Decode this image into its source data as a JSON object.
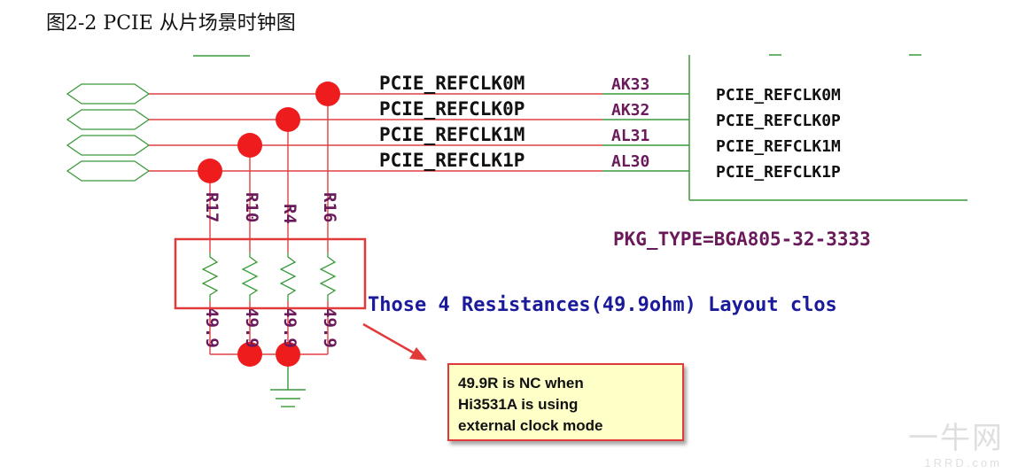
{
  "caption": "图2-2 PCIE 从片场景时钟图",
  "colors": {
    "red_wire": "#e04040",
    "green_wire": "#3a9a3a",
    "net_label": "#111111",
    "pin_label": "#6a1a5a",
    "annotation_blue": "#1a1a9a",
    "highlight_red": "#e23a3a",
    "callout_fill": "#ffffc8"
  },
  "nets": [
    {
      "name": "PCIE_REFCLK0M",
      "pin": "AK33"
    },
    {
      "name": "PCIE_REFCLK0P",
      "pin": "AK32"
    },
    {
      "name": "PCIE_REFCLK1M",
      "pin": "AL31"
    },
    {
      "name": "PCIE_REFCLK1P",
      "pin": "AL30"
    }
  ],
  "chip_pins": [
    "PCIE_REFCLK0M",
    "PCIE_REFCLK0P",
    "PCIE_REFCLK1M",
    "PCIE_REFCLK1P"
  ],
  "resistors": [
    {
      "ref": "R17",
      "value": "49.9"
    },
    {
      "ref": "R10",
      "value": "49.9"
    },
    {
      "ref": "R4",
      "value": "49.9"
    },
    {
      "ref": "R16",
      "value": "49.9"
    }
  ],
  "pkg_type": "PKG_TYPE=BGA805-32-3333",
  "note": "Those 4 Resistances(49.9ohm) Layout clos",
  "callout": {
    "lines": [
      "49.9R is NC when",
      "Hi3531A is using",
      "external clock mode"
    ]
  },
  "watermark": {
    "text": "一牛网",
    "subtext": "1RRD.com"
  }
}
